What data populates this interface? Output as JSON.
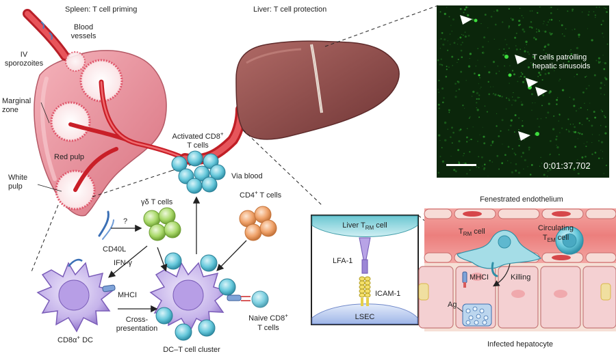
{
  "labels": {
    "spleen_title": "Spleen: T cell priming",
    "liver_title": "Liver: T cell protection",
    "blood_vessels": "Blood\nvessels",
    "iv_sporozoites": "IV\nsporozoites",
    "marginal_zone": "Marginal\nzone",
    "red_pulp": "Red pulp",
    "white_pulp": "White\npulp",
    "activated_cd8_a": "Activated CD8",
    "activated_cd8_sup": "+",
    "activated_cd8_b": "T cells",
    "via_blood": "Via blood",
    "gd_t_cells": "γδ T cells",
    "question": "?",
    "cd40l": "CD40L",
    "ifn_gamma": "IFN-γ",
    "mhci_dc": "MHCI",
    "cross_presentation": "Cross-\npresentation",
    "cd8a_dc_a": "CD8α",
    "cd8a_dc_sup": "+",
    "cd8a_dc_b": " DC",
    "dc_t_cluster": "DC–T cell cluster",
    "cd4_t_cells_a": "CD4",
    "cd4_t_cells_sup": "+",
    "cd4_t_cells_b": " T cells",
    "naive_cd8_a": "Naive CD8",
    "naive_cd8_sup": "+",
    "naive_cd8_b": "T cells",
    "liver_trm_a": "Liver T",
    "liver_trm_sub": "RM",
    "liver_trm_b": " cell",
    "lfa1": "LFA-1",
    "icam1": "ICAM-1",
    "lsec": "LSEC",
    "fenestrated": "Fenestrated endothelium",
    "trm_cell_a": "T",
    "trm_cell_sub": "RM",
    "trm_cell_b": " cell",
    "circulating_a": "Circulating",
    "circulating_b": "T",
    "circulating_sub": "EM",
    "circulating_c": " cell",
    "mhci_liver": "MHCI",
    "killing": "Killing",
    "ag": "Ag",
    "infected_hepatocyte": "Infected hepatocyte",
    "patrolling": "T cells patrolling\nhepatic sinusoids"
  },
  "microscopy": {
    "timestamp": "0:01:37.702"
  },
  "colors": {
    "spleen": "#e8828f",
    "liver": "#8c4a4a",
    "vessel": "#cf2e34",
    "t_cell_blue": "#5fc6d9",
    "t_cell_green": "#a9d96a",
    "t_cell_orange": "#f0a36b",
    "dc_purple": "#b49be0",
    "micro_bg": "#0b260b",
    "micro_green": "#3ddc3d"
  }
}
